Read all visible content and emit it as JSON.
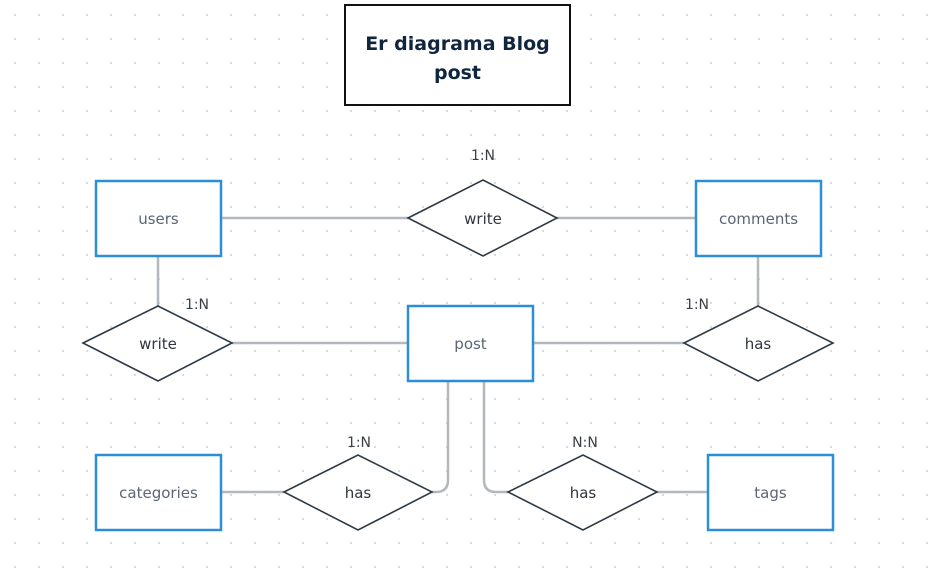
{
  "title": {
    "line1": "Er diagrama Blog",
    "line2": "post"
  },
  "entities": {
    "users": "users",
    "comments": "comments",
    "post": "post",
    "categories": "categories",
    "tags": "tags"
  },
  "relationships": {
    "users_comments": "write",
    "users_post": "write",
    "post_comments": "has",
    "post_categories": "has",
    "post_tags": "has"
  },
  "cardinalities": {
    "users_comments": "1:N",
    "users_post": "1:N",
    "post_comments": "1:N",
    "post_categories": "1:N",
    "post_tags": "N:N"
  },
  "colors": {
    "entity_border": "#2b8fd8",
    "relationship_border": "#2e3a46",
    "connector": "#b4b7bc",
    "title_border": "#111111"
  }
}
